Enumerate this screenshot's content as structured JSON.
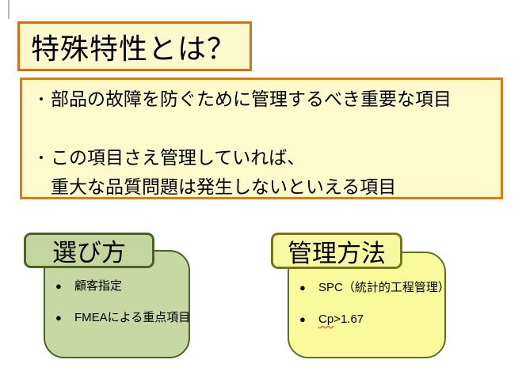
{
  "title_box": {
    "text": "特殊特性とは？"
  },
  "definition_box": {
    "bullet_char": "•",
    "point1": "部品の故障を防ぐために管理するべき重要な項目",
    "point2_line1": "この項目さえ管理していれば、",
    "point2_line2": "重大な品質問題は発生しないといえる項目"
  },
  "selection_group": {
    "header": "選び方",
    "bullet_char": "●",
    "item1": "顧客指定",
    "item2": "FMEAによる重点項目"
  },
  "control_group": {
    "header": "管理方法",
    "bullet_char": "●",
    "item1": "SPC（統計的工程管理）",
    "item2_misspelled": "Cp",
    "item2_rest": ">1.67"
  },
  "colors": {
    "orange_border": "#e07b10",
    "cream_fill": "#fdf9cd",
    "green_fill": "#c6d8a3",
    "green_border": "#4d6227",
    "yellow_fill": "#fafa9d",
    "yellow_border": "#5e7023",
    "spellcheck_red": "#ff1f1f",
    "text": "#000000"
  }
}
